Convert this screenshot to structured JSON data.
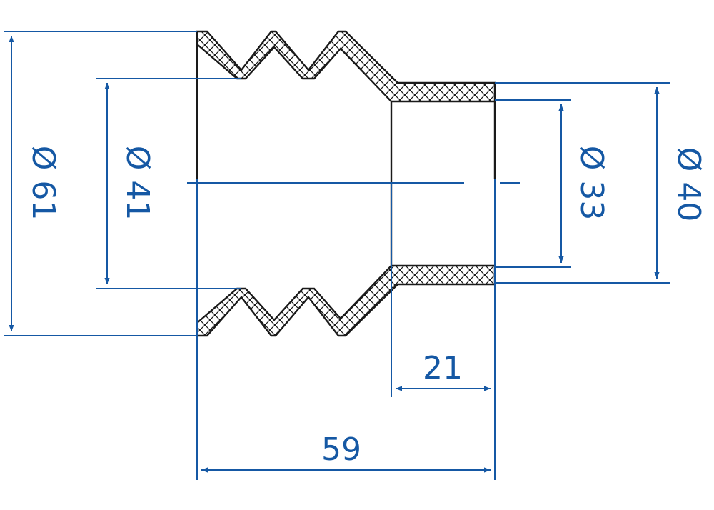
{
  "colors": {
    "dimension": "#1558a4",
    "outline": "#1a1a1a",
    "background": "#ffffff"
  },
  "dimensions": {
    "outer_bellows_diameter": "Ø 61",
    "inner_bellows_diameter": "Ø 41",
    "sleeve_inner_diameter": "Ø 33",
    "sleeve_outer_diameter": "Ø 40",
    "sleeve_length": "21",
    "overall_length": "59"
  }
}
